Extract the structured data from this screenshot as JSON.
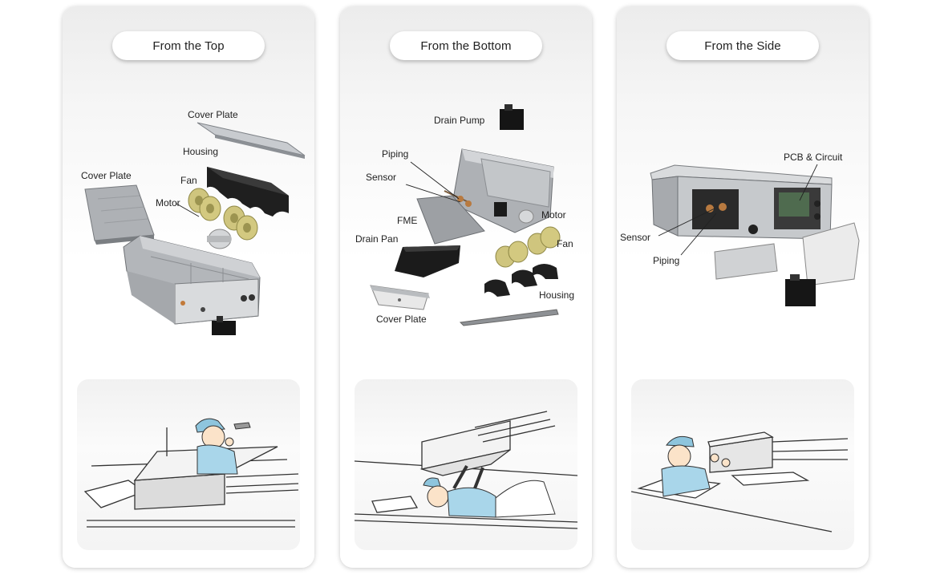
{
  "panels": [
    {
      "title": "From the Top",
      "labels": {
        "cover_plate_top": "Cover Plate",
        "housing": "Housing",
        "cover_plate_left": "Cover Plate",
        "fan": "Fan",
        "motor": "Motor"
      }
    },
    {
      "title": "From the Bottom",
      "labels": {
        "drain_pump": "Drain Pump",
        "piping": "Piping",
        "sensor": "Sensor",
        "motor": "Motor",
        "fme": "FME",
        "fan": "Fan",
        "drain_pan": "Drain Pan",
        "housing": "Housing",
        "cover_plate": "Cover Plate"
      }
    },
    {
      "title": "From the Side",
      "labels": {
        "pcb_circuit": "PCB & Circuit",
        "sensor": "Sensor",
        "piping": "Piping"
      }
    }
  ],
  "colors": {
    "card_top": "#ececec",
    "unit_metal": "#b9bcc0",
    "housing_black": "#1e1e1e",
    "fan_gold": "#c9c07a",
    "worker_cap": "#8ec5dd",
    "worker_shirt": "#a9d6ea"
  }
}
